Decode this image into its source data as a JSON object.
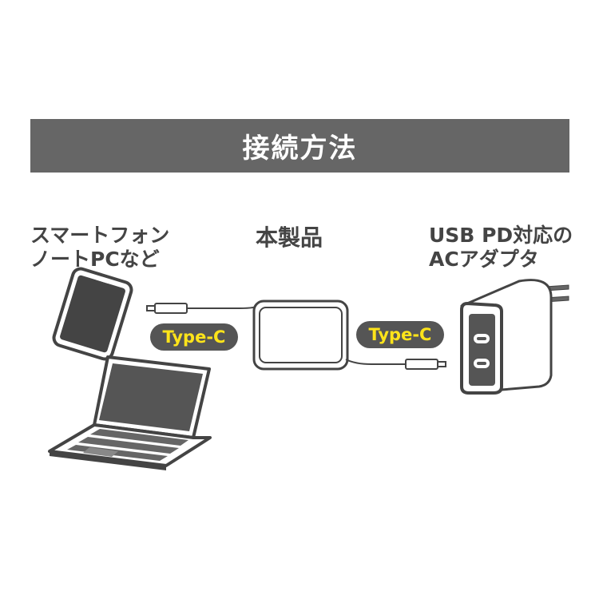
{
  "header": {
    "title": "接続方法"
  },
  "devices": {
    "left_line1": "スマートフォン",
    "left_line2": "ノートPCなど",
    "center": "本製品",
    "right_line1": "USB PD対応の",
    "right_line2": "ACアダプタ"
  },
  "connectors": {
    "left": "Type-C",
    "right": "Type-C"
  },
  "colors": {
    "title_bar": "#666666",
    "pill_bg": "#555555",
    "pill_text": "#ffe41a",
    "line": "#444444"
  }
}
